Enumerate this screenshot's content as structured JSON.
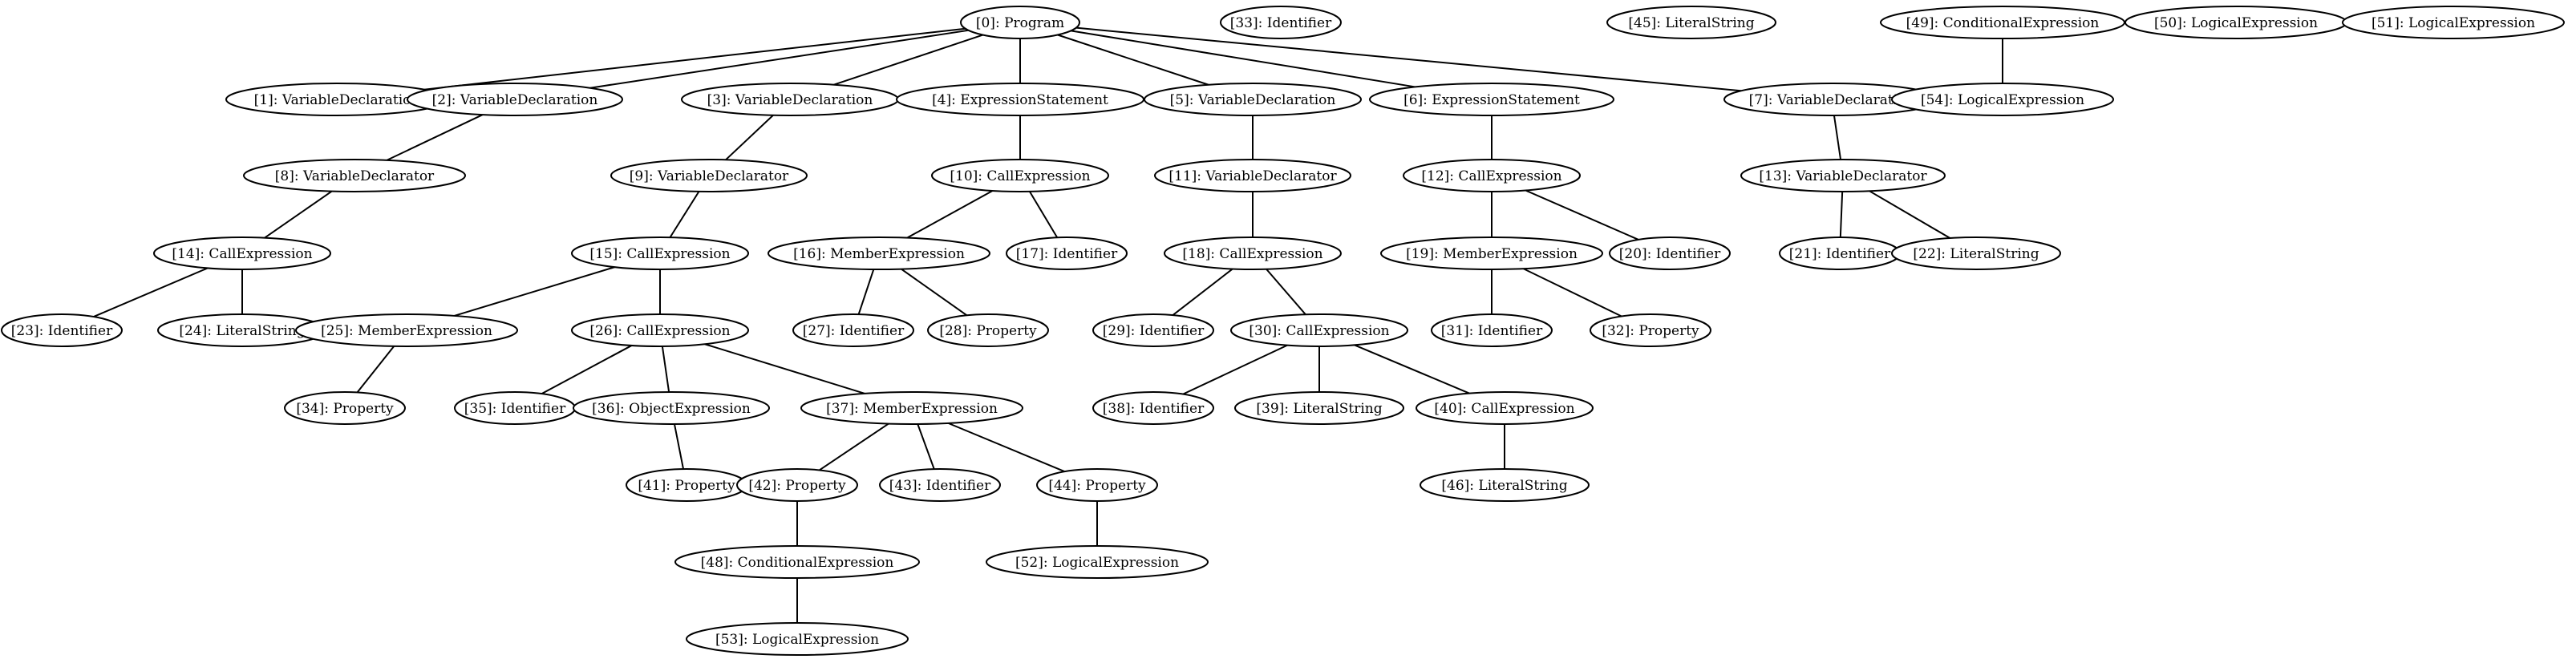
{
  "nodes": [
    {
      "id": 0,
      "label": "[0]: Program"
    },
    {
      "id": 1,
      "label": "[1]: VariableDeclaration"
    },
    {
      "id": 2,
      "label": "[2]: VariableDeclaration"
    },
    {
      "id": 3,
      "label": "[3]: VariableDeclaration"
    },
    {
      "id": 4,
      "label": "[4]: ExpressionStatement"
    },
    {
      "id": 5,
      "label": "[5]: VariableDeclaration"
    },
    {
      "id": 6,
      "label": "[6]: ExpressionStatement"
    },
    {
      "id": 7,
      "label": "[7]: VariableDeclaration"
    },
    {
      "id": 8,
      "label": "[8]: VariableDeclarator"
    },
    {
      "id": 9,
      "label": "[9]: VariableDeclarator"
    },
    {
      "id": 10,
      "label": "[10]: CallExpression"
    },
    {
      "id": 11,
      "label": "[11]: VariableDeclarator"
    },
    {
      "id": 12,
      "label": "[12]: CallExpression"
    },
    {
      "id": 13,
      "label": "[13]: VariableDeclarator"
    },
    {
      "id": 14,
      "label": "[14]: CallExpression"
    },
    {
      "id": 15,
      "label": "[15]: CallExpression"
    },
    {
      "id": 16,
      "label": "[16]: MemberExpression"
    },
    {
      "id": 17,
      "label": "[17]: Identifier"
    },
    {
      "id": 18,
      "label": "[18]: CallExpression"
    },
    {
      "id": 19,
      "label": "[19]: MemberExpression"
    },
    {
      "id": 20,
      "label": "[20]: Identifier"
    },
    {
      "id": 21,
      "label": "[21]: Identifier"
    },
    {
      "id": 22,
      "label": "[22]: LiteralString"
    },
    {
      "id": 23,
      "label": "[23]: Identifier"
    },
    {
      "id": 24,
      "label": "[24]: LiteralString"
    },
    {
      "id": 25,
      "label": "[25]: MemberExpression"
    },
    {
      "id": 26,
      "label": "[26]: CallExpression"
    },
    {
      "id": 27,
      "label": "[27]: Identifier"
    },
    {
      "id": 28,
      "label": "[28]: Property"
    },
    {
      "id": 29,
      "label": "[29]: Identifier"
    },
    {
      "id": 30,
      "label": "[30]: CallExpression"
    },
    {
      "id": 31,
      "label": "[31]: Identifier"
    },
    {
      "id": 32,
      "label": "[32]: Property"
    },
    {
      "id": 33,
      "label": "[33]: Identifier"
    },
    {
      "id": 34,
      "label": "[34]: Property"
    },
    {
      "id": 35,
      "label": "[35]: Identifier"
    },
    {
      "id": 36,
      "label": "[36]: ObjectExpression"
    },
    {
      "id": 37,
      "label": "[37]: MemberExpression"
    },
    {
      "id": 38,
      "label": "[38]: Identifier"
    },
    {
      "id": 39,
      "label": "[39]: LiteralString"
    },
    {
      "id": 40,
      "label": "[40]: CallExpression"
    },
    {
      "id": 41,
      "label": "[41]: Property"
    },
    {
      "id": 42,
      "label": "[42]: Property"
    },
    {
      "id": 43,
      "label": "[43]: Identifier"
    },
    {
      "id": 44,
      "label": "[44]: Property"
    },
    {
      "id": 45,
      "label": "[45]: LiteralString"
    },
    {
      "id": 46,
      "label": "[46]: LiteralString"
    },
    {
      "id": 48,
      "label": "[48]: ConditionalExpression"
    },
    {
      "id": 49,
      "label": "[49]: ConditionalExpression"
    },
    {
      "id": 50,
      "label": "[50]: LogicalExpression"
    },
    {
      "id": 51,
      "label": "[51]: LogicalExpression"
    },
    {
      "id": 52,
      "label": "[52]: LogicalExpression"
    },
    {
      "id": 53,
      "label": "[53]: LogicalExpression"
    },
    {
      "id": 54,
      "label": "[54]: LogicalExpression"
    }
  ],
  "edges": [
    [
      0,
      1
    ],
    [
      0,
      2
    ],
    [
      0,
      3
    ],
    [
      0,
      4
    ],
    [
      0,
      5
    ],
    [
      0,
      6
    ],
    [
      0,
      7
    ],
    [
      2,
      8
    ],
    [
      3,
      9
    ],
    [
      4,
      10
    ],
    [
      5,
      11
    ],
    [
      6,
      12
    ],
    [
      7,
      13
    ],
    [
      8,
      14
    ],
    [
      9,
      15
    ],
    [
      10,
      16
    ],
    [
      10,
      17
    ],
    [
      11,
      18
    ],
    [
      12,
      19
    ],
    [
      12,
      20
    ],
    [
      13,
      21
    ],
    [
      13,
      22
    ],
    [
      14,
      23
    ],
    [
      14,
      24
    ],
    [
      15,
      25
    ],
    [
      15,
      26
    ],
    [
      16,
      27
    ],
    [
      16,
      28
    ],
    [
      18,
      29
    ],
    [
      18,
      30
    ],
    [
      19,
      31
    ],
    [
      19,
      32
    ],
    [
      25,
      34
    ],
    [
      26,
      35
    ],
    [
      26,
      36
    ],
    [
      26,
      37
    ],
    [
      30,
      38
    ],
    [
      30,
      39
    ],
    [
      30,
      40
    ],
    [
      36,
      41
    ],
    [
      37,
      42
    ],
    [
      37,
      43
    ],
    [
      37,
      44
    ],
    [
      40,
      46
    ],
    [
      42,
      48
    ],
    [
      44,
      52
    ],
    [
      48,
      53
    ],
    [
      49,
      54
    ]
  ]
}
